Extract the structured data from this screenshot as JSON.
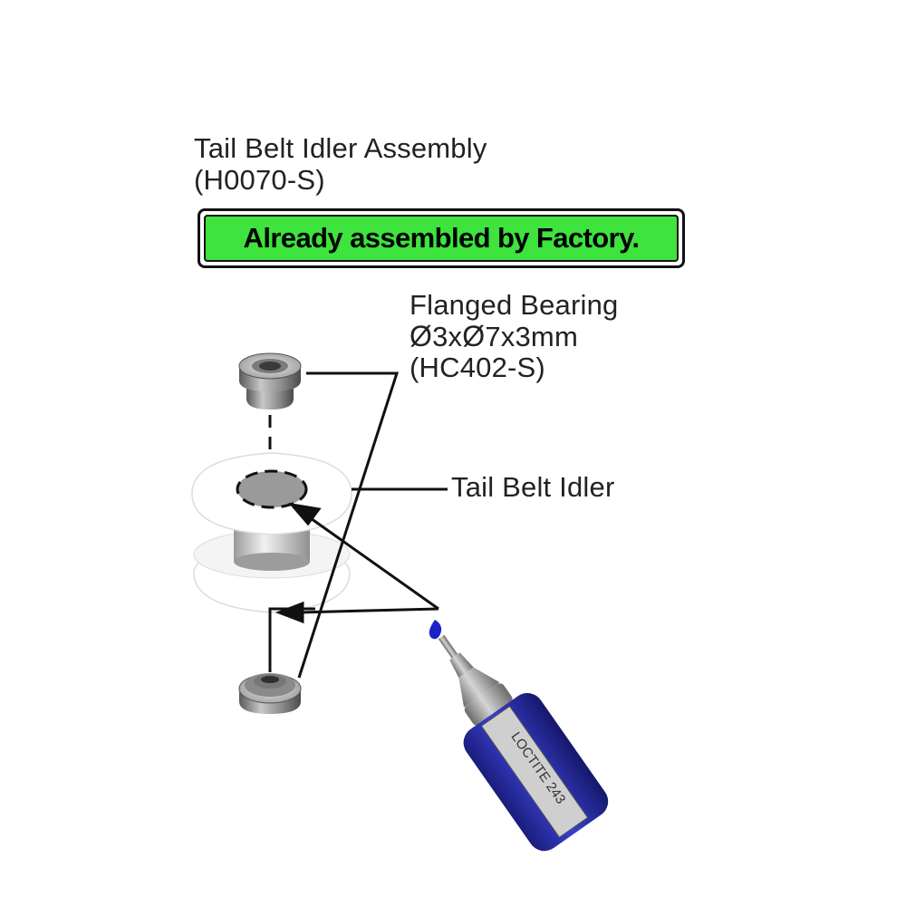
{
  "title": {
    "line1": "Tail Belt Idler Assembly",
    "line2": "(H0070-S)"
  },
  "banner": {
    "text": "Already assembled by Factory."
  },
  "bearing_label": {
    "line1": "Flanged Bearing",
    "diam_symbol": "Ø",
    "dim_a": "3x",
    "dim_b": "7x3mm",
    "part_no": "(HC402-S)"
  },
  "idler_label": {
    "text": "Tail Belt Idler"
  },
  "bottle": {
    "label": "LOCTITE 243",
    "color": "#2b2fb3"
  },
  "colors": {
    "banner_green": "#3ee33e",
    "glue_drop": "#1a22c8"
  }
}
